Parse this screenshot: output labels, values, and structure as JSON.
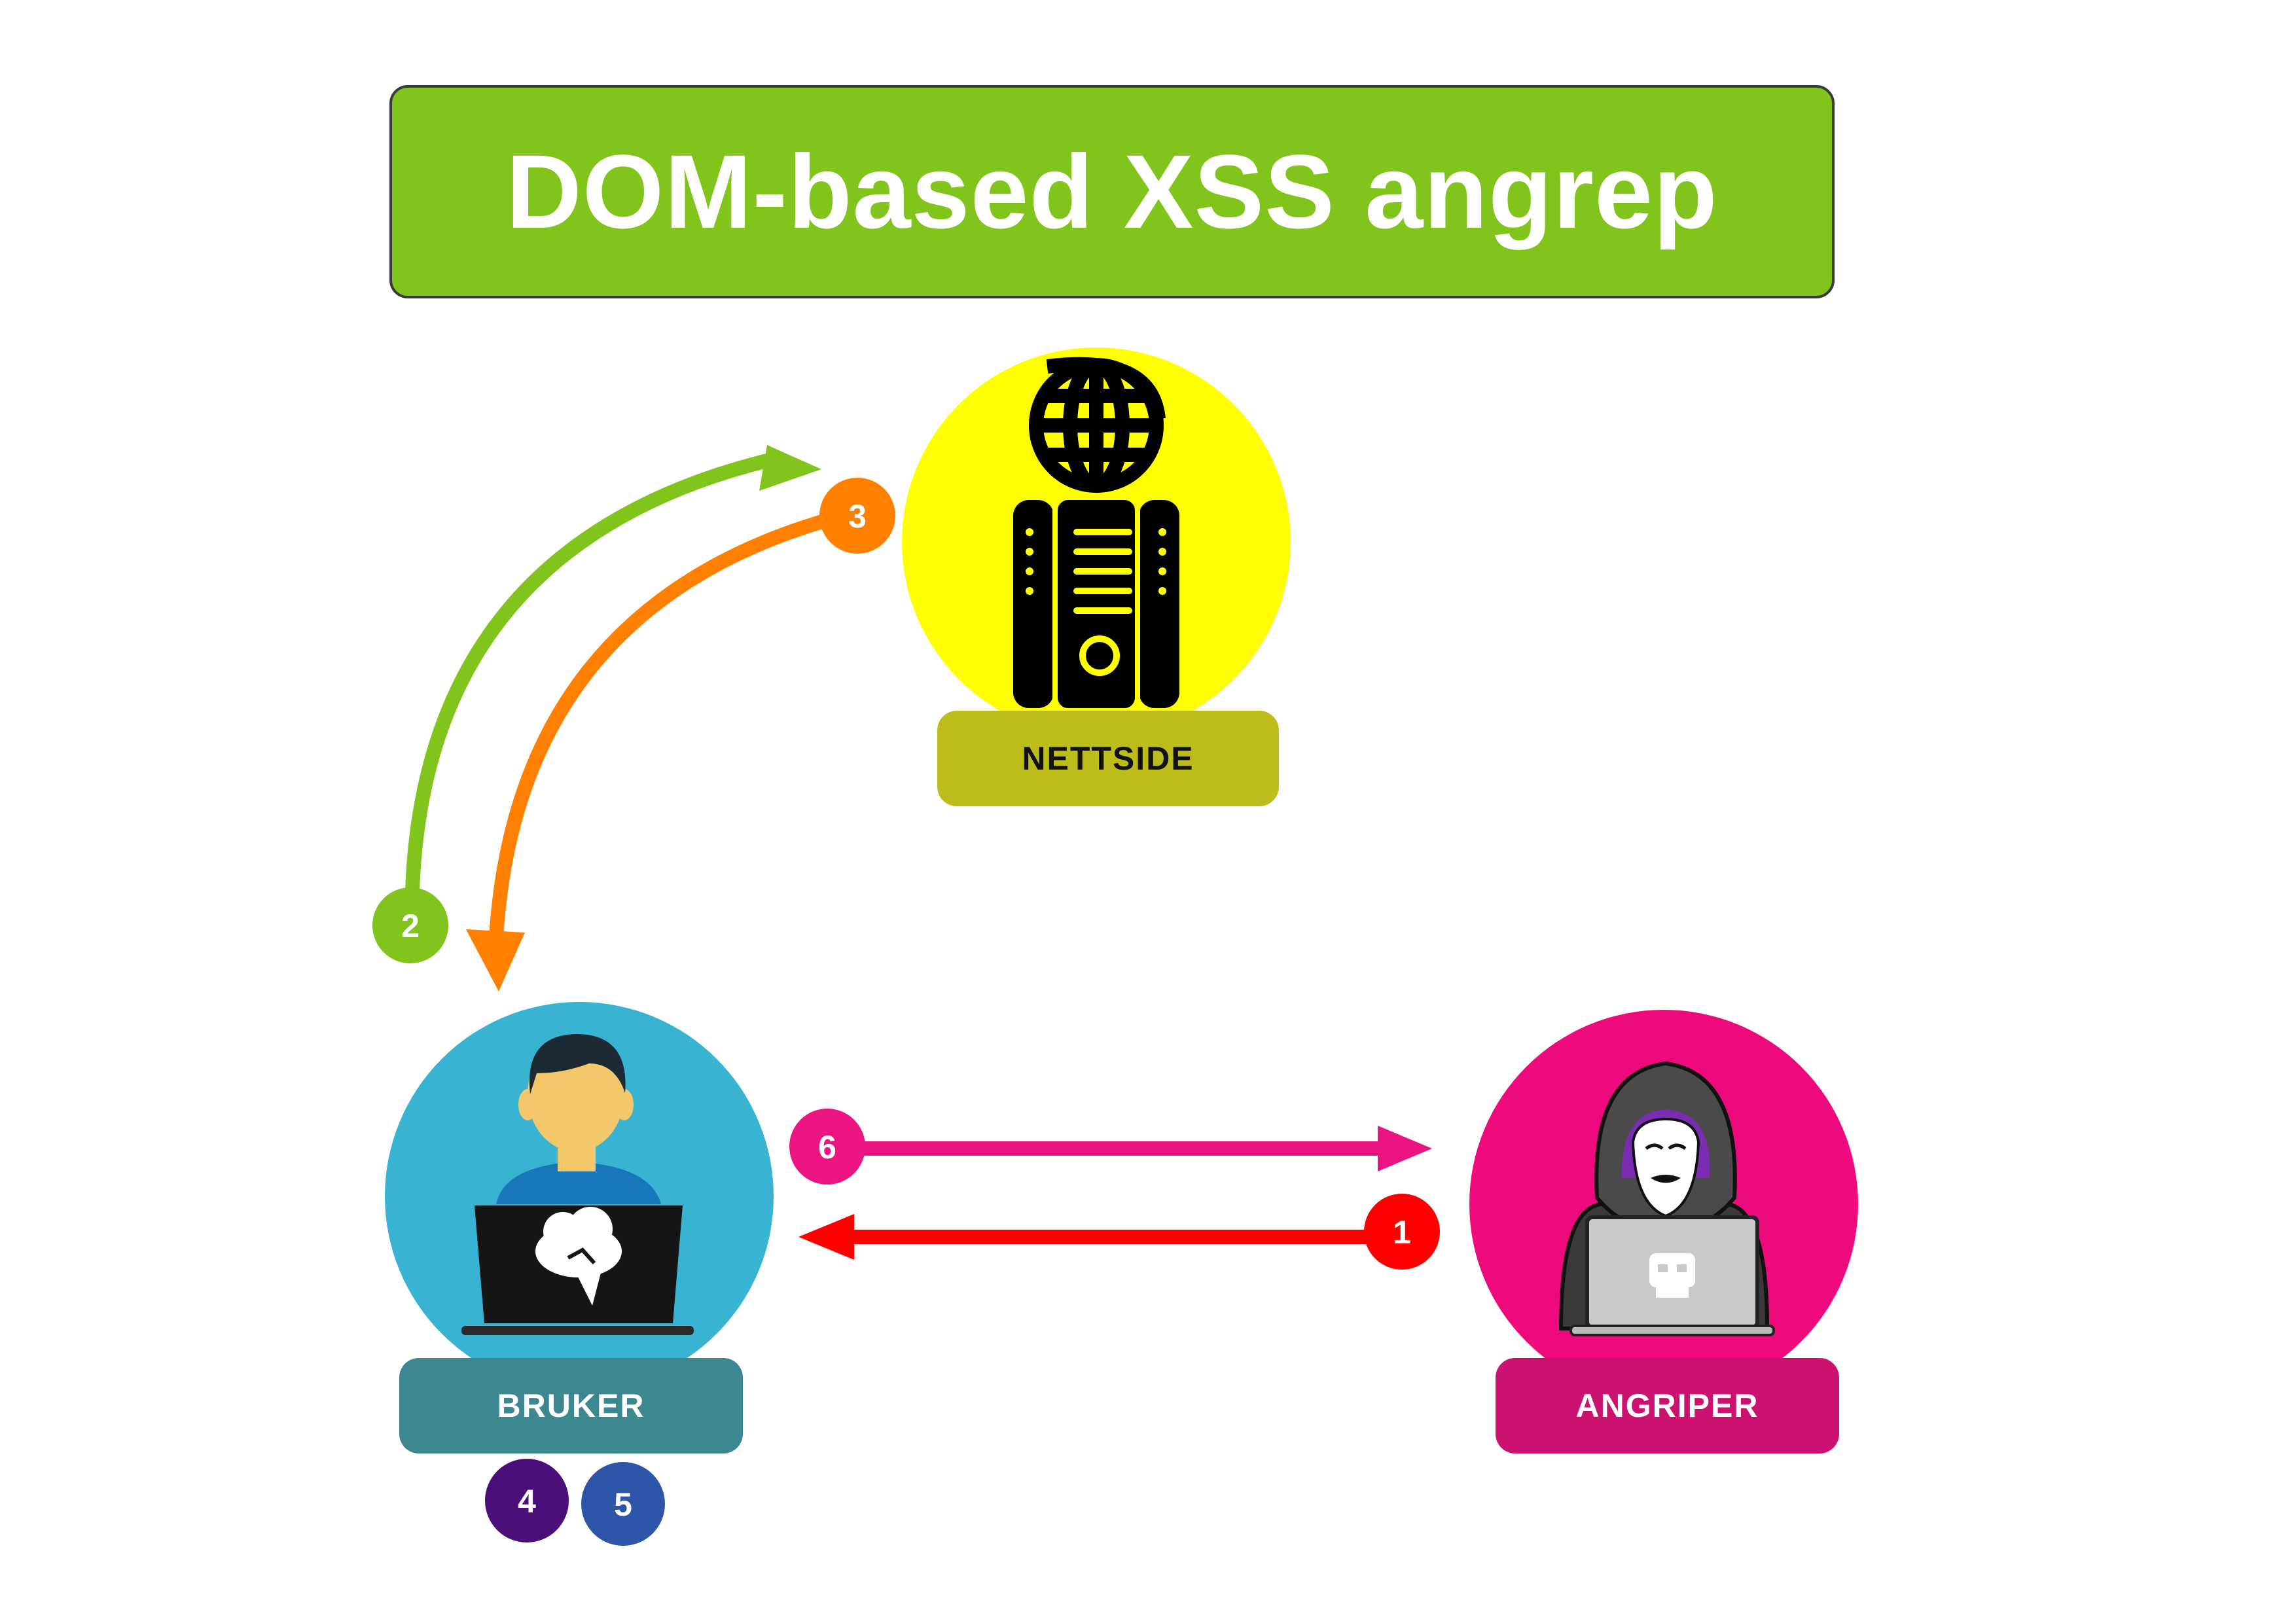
{
  "title": "DOM-based XSS angrep",
  "nodes": {
    "website": {
      "label": "NETTSIDE",
      "color": "#ffff00",
      "label_color": "#bcbd1a"
    },
    "user": {
      "label": "BRUKER",
      "color": "#38b4d2",
      "label_color": "#3c8790"
    },
    "attacker": {
      "label": "ANGRIPER",
      "color": "#ee0a7c",
      "label_color": "#cc1270"
    }
  },
  "steps": [
    {
      "number": "1",
      "color": "#ff0000",
      "arrow": "attacker-to-user"
    },
    {
      "number": "2",
      "color": "#80c41c",
      "arrow": "user-to-website"
    },
    {
      "number": "3",
      "color": "#ff8000",
      "arrow": "website-to-user"
    },
    {
      "number": "4",
      "color": "#4b0f7a"
    },
    {
      "number": "5",
      "color": "#2d55a8"
    },
    {
      "number": "6",
      "color": "#ec1382",
      "arrow": "user-to-attacker"
    }
  ]
}
